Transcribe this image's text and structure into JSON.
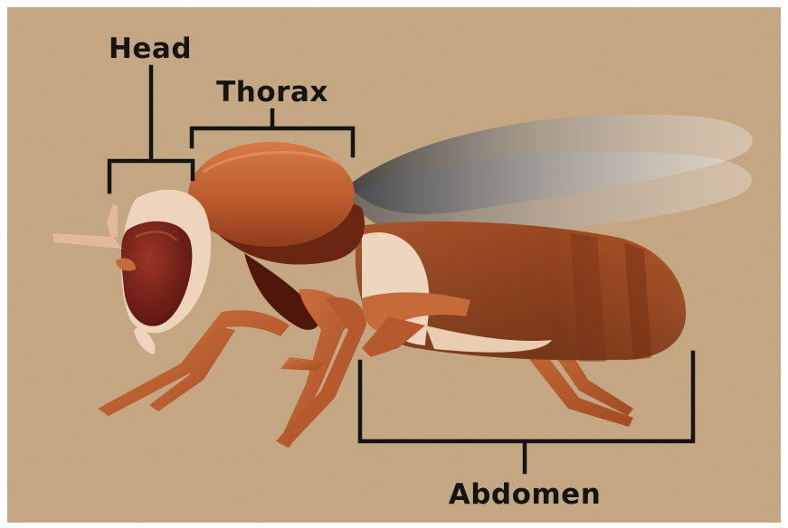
{
  "diagram": {
    "labels": {
      "head": "Head",
      "thorax": "Thorax",
      "abdomen": "Abdomen"
    },
    "colors": {
      "background": "#c9ab86",
      "bracket": "#141414",
      "body_main": "#b65a2e",
      "body_dark": "#5e2210",
      "eye": "#7a2418",
      "wing": "#e8eef2"
    }
  }
}
